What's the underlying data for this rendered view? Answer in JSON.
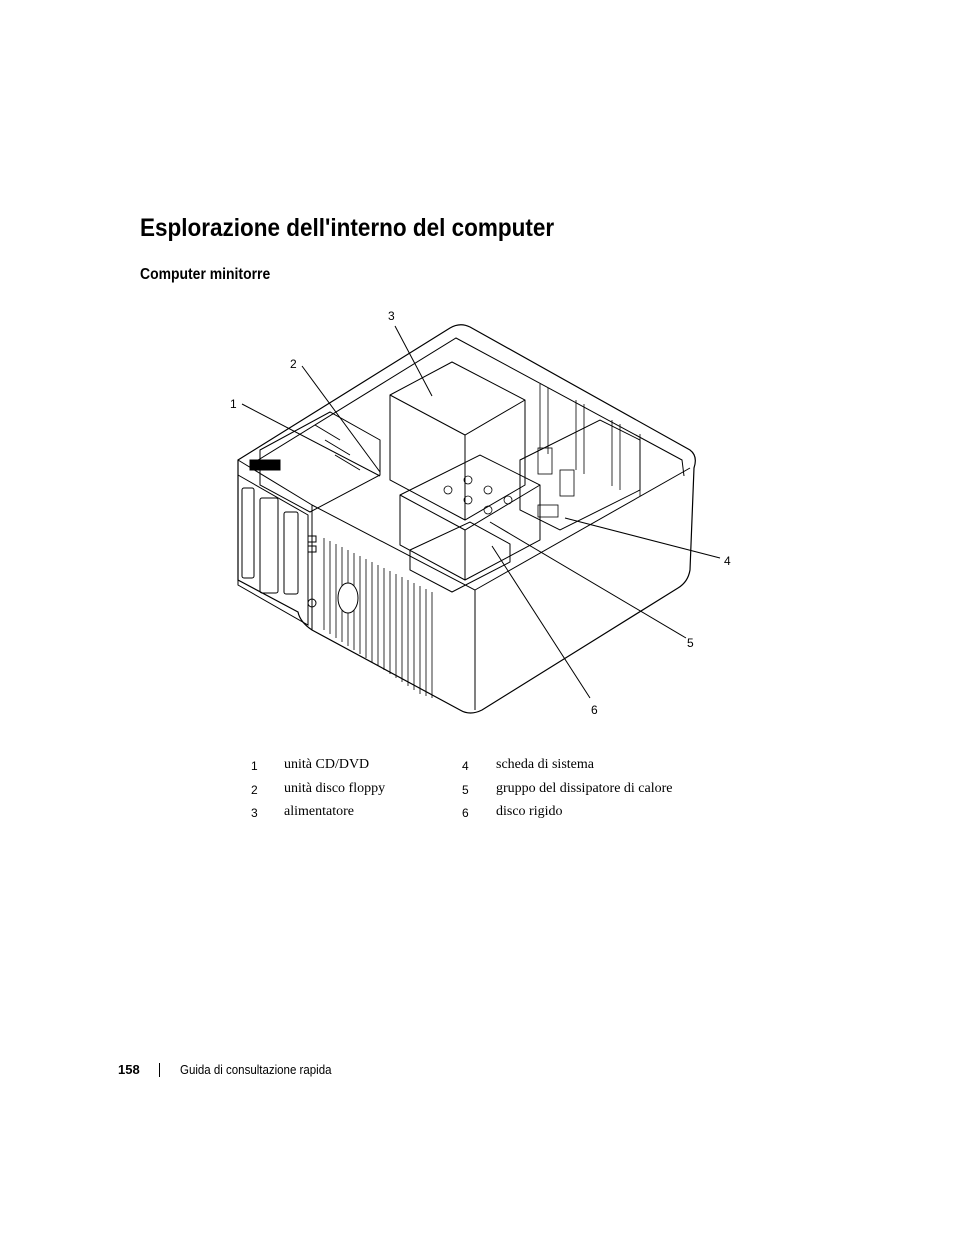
{
  "page": {
    "title": "Esplorazione dell'interno del computer",
    "subtitle": "Computer minitorre"
  },
  "figure": {
    "callouts": [
      "1",
      "2",
      "3",
      "4",
      "5",
      "6"
    ]
  },
  "legend": [
    {
      "num": "1",
      "label": "unità CD/DVD"
    },
    {
      "num": "2",
      "label": "unità disco floppy"
    },
    {
      "num": "3",
      "label": "alimentatore"
    },
    {
      "num": "4",
      "label": "scheda di sistema"
    },
    {
      "num": "5",
      "label": "gruppo del dissipatore di calore"
    },
    {
      "num": "6",
      "label": "disco rigido"
    }
  ],
  "footer": {
    "page_number": "158",
    "doc_title": "Guida di consultazione rapida"
  }
}
